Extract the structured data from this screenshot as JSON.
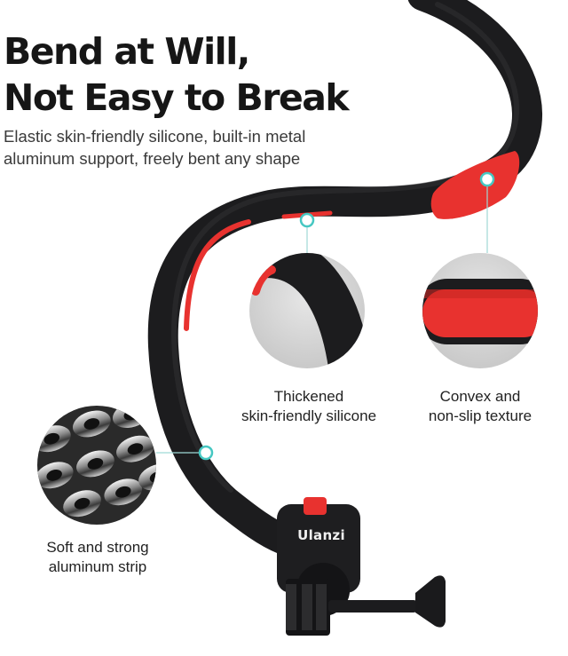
{
  "headline": {
    "line1": "Bend at Will,",
    "line2": "Not Easy to Break"
  },
  "subtitle": {
    "line1": "Elastic skin-friendly silicone, built-in metal",
    "line2": "aluminum support, freely bent any shape"
  },
  "features": [
    {
      "line1": "Thickened",
      "line2": "skin-friendly silicone"
    },
    {
      "line1": "Convex and",
      "line2": "non-slip texture"
    },
    {
      "line1": "Soft and strong",
      "line2": "aluminum strip"
    }
  ],
  "brand_logo": "Ulanzi",
  "colors": {
    "accent_red": "#e8322f",
    "body_black": "#1c1c1e",
    "callout_teal": "#46c7c2",
    "background": "#ffffff"
  },
  "icons": [
    "callout-dot-icon",
    "detail-zoom-circle",
    "mount-thumbscrew-icon"
  ]
}
